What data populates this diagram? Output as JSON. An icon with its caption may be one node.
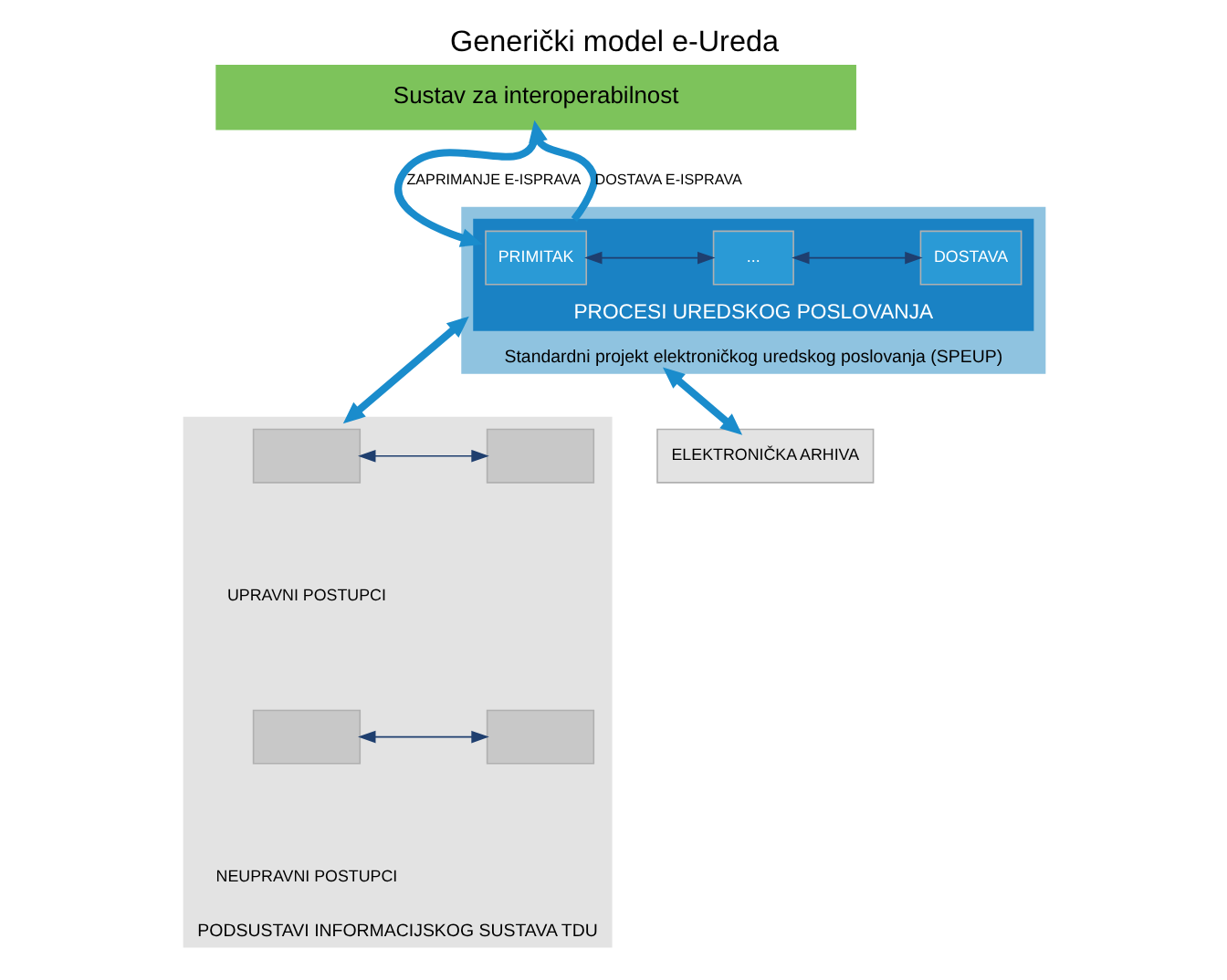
{
  "diagram": {
    "title": "Generički model e-Ureda",
    "nodes": [
      {
        "text": [
          "Sustav za interoperabilnost"
        ]
      },
      {
        "text": [
          "Standardni projekt elektroničkog uredskog poslovanja (SPEUP)"
        ]
      },
      {
        "text": [
          "PROCESI UREDSKOG POSLOVANJA"
        ],
        "in": 1
      },
      {
        "text": [
          "PRIMITAK"
        ],
        "in": 2
      },
      {
        "text": [
          "..."
        ],
        "in": 2
      },
      {
        "text": [
          "DOSTAVA"
        ],
        "in": 2
      },
      {
        "text": [
          "PODSUSTAVI INFORMACIJSKOG SUSTAVA TDU"
        ]
      },
      {
        "text": [],
        "shape": "box",
        "in": 6
      },
      {
        "text": [],
        "shape": "box",
        "in": 6
      },
      {
        "text": [],
        "shape": "box",
        "in": 6
      },
      {
        "text": [],
        "shape": "box",
        "in": 6
      },
      {
        "text": [
          "ELEKTRONIČKA ARHIVA"
        ]
      }
    ],
    "edges": [
      {
        "from": 0,
        "to": 2,
        "arrow": "to",
        "label": "ZAPRIMANJE E-ISPRAVA",
        "style": "thick"
      },
      {
        "from": 2,
        "to": 0,
        "arrow": "to",
        "label": "DOSTAVA E-ISPRAVA",
        "style": "thick"
      },
      {
        "from": 3,
        "to": 4,
        "arrow": "both",
        "color": "#1f3f6f"
      },
      {
        "from": 4,
        "to": 5,
        "arrow": "both",
        "color": "#1f3f6f"
      },
      {
        "from": 7,
        "to": 8,
        "arrow": "both",
        "color": "#1f3f6f"
      },
      {
        "from": 9,
        "to": 10,
        "arrow": "both",
        "color": "#1f3f6f"
      },
      {
        "from": 1,
        "to": 6,
        "arrow": "both",
        "style": "thick"
      },
      {
        "from": 1,
        "to": 11,
        "arrow": "both",
        "style": "thick"
      }
    ],
    "labels": [
      "UPRAVNI POSTUPCI",
      "NEUPRAVNI POSTUPCI"
    ]
  }
}
